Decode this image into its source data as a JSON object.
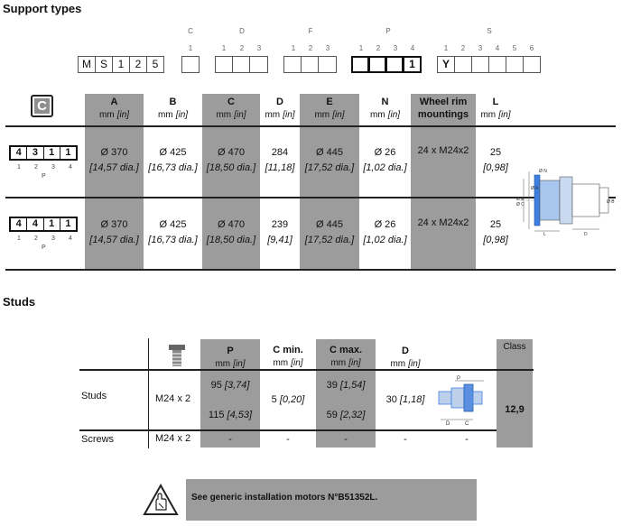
{
  "support": {
    "title": "Support types",
    "letters": [
      "C",
      "D",
      "F",
      "P",
      "S"
    ],
    "ms_chars": [
      "M",
      "S",
      "1",
      "2",
      "5"
    ],
    "c_pos": [
      "1"
    ],
    "d_pos": [
      "1",
      "2",
      "3"
    ],
    "f_pos": [
      "1",
      "2",
      "3"
    ],
    "p_pos": [
      "1",
      "2",
      "3",
      "4"
    ],
    "s_pos": [
      "1",
      "2",
      "3",
      "4",
      "5",
      "6"
    ],
    "p_value": "1",
    "s_value": "Y",
    "badge": "C",
    "columns": [
      {
        "name": "A",
        "unit": "mm",
        "unit_in": "[in]"
      },
      {
        "name": "B",
        "unit": "mm",
        "unit_in": "[in]"
      },
      {
        "name": "C",
        "unit": "mm",
        "unit_in": "[in]"
      },
      {
        "name": "D",
        "unit": "mm",
        "unit_in": "[in]"
      },
      {
        "name": "E",
        "unit": "mm",
        "unit_in": "[in]"
      },
      {
        "name": "N",
        "unit": "mm",
        "unit_in": "[in]"
      },
      {
        "name": "Wheel rim mountings",
        "unit": "",
        "unit_in": ""
      },
      {
        "name": "L",
        "unit": "mm",
        "unit_in": "[in]"
      }
    ],
    "rows": [
      {
        "code": [
          "4",
          "3",
          "1",
          "1"
        ],
        "code_pos": [
          "1",
          "2",
          "3",
          "4"
        ],
        "code_letter": "P",
        "cells": [
          [
            "Ø 370",
            "[14,57 dia.]"
          ],
          [
            "Ø 425",
            "[16,73 dia.]"
          ],
          [
            "Ø 470",
            "[18,50 dia.]"
          ],
          [
            "284",
            "[11,18]"
          ],
          [
            "Ø 445",
            "[17,52 dia.]"
          ],
          [
            "Ø 26",
            "[1,02 dia.]"
          ],
          [
            "24 x M24x2",
            ""
          ],
          [
            "25",
            "[0,98]"
          ]
        ]
      },
      {
        "code": [
          "4",
          "4",
          "1",
          "1"
        ],
        "code_pos": [
          "1",
          "2",
          "3",
          "4"
        ],
        "code_letter": "P",
        "cells": [
          [
            "Ø 370",
            "[14,57 dia.]"
          ],
          [
            "Ø 425",
            "[16,73 dia.]"
          ],
          [
            "Ø 470",
            "[18,50 dia.]"
          ],
          [
            "239",
            "[9,41]"
          ],
          [
            "Ø 445",
            "[17,52 dia.]"
          ],
          [
            "Ø 26",
            "[1,02 dia.]"
          ],
          [
            "24 x M24x2",
            ""
          ],
          [
            "25",
            "[0,98]"
          ]
        ]
      }
    ],
    "diagram_labels": {
      "n": "Ø N",
      "e": "Ø E",
      "c": "Ø C",
      "a": "Ø A",
      "b": "Ø B",
      "l": "L",
      "d": "D"
    }
  },
  "studs": {
    "title": "Studs",
    "columns": [
      {
        "name": "P",
        "unit": "mm",
        "unit_in": "[in]"
      },
      {
        "name": "C min.",
        "unit": "mm",
        "unit_in": "[in]"
      },
      {
        "name": "C max.",
        "unit": "mm",
        "unit_in": "[in]"
      },
      {
        "name": "D",
        "unit": "mm",
        "unit_in": "[in]"
      }
    ],
    "class_label": "Class",
    "rows": [
      {
        "label": "Studs",
        "thread": "M24 x 2",
        "p1": "95",
        "p1_in": "[3,74]",
        "p2": "115",
        "p2_in": "[4,53]",
        "cmin": "5",
        "cmin_in": "[0,20]",
        "cmax1": "39",
        "cmax1_in": "[1,54]",
        "cmax2": "59",
        "cmax2_in": "[2,32]",
        "d": "30",
        "d_in": "[1,18]",
        "class": "12,9"
      },
      {
        "label": "Screws",
        "thread": "M24 x 2",
        "p": "-",
        "cmin": "-",
        "cmax": "-",
        "d": "-",
        "extra": "-"
      }
    ],
    "diagram_labels": {
      "p": "P",
      "d": "D",
      "c": "C"
    }
  },
  "note": {
    "text": "See generic installation motors N°B51352L."
  },
  "colors": {
    "gray": "#9c9c9c",
    "blue": "#3f7fe0"
  }
}
